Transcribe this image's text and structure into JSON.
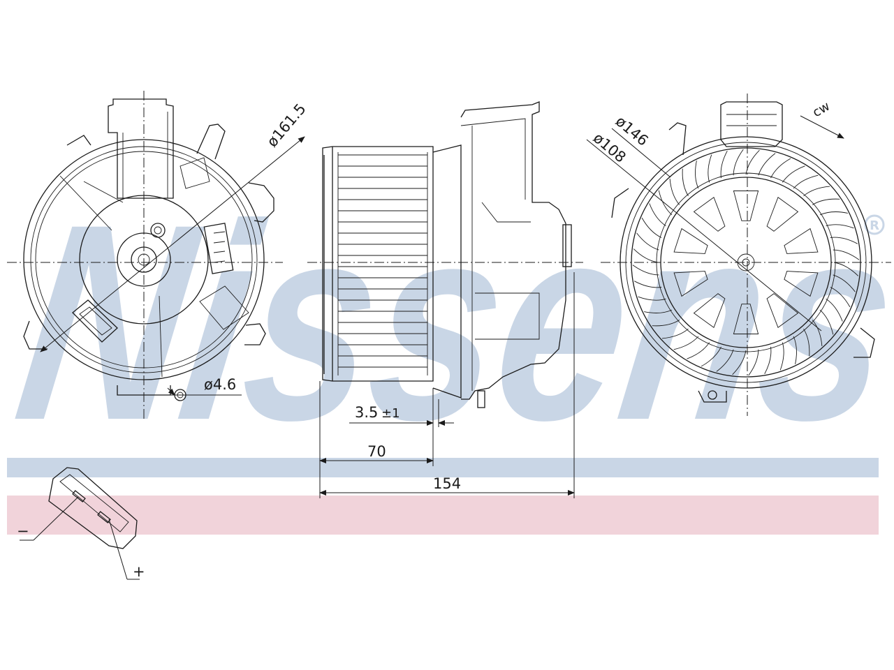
{
  "brand": {
    "watermark": "Nissens",
    "registered_mark": "®",
    "watermark_color": "#c9d6e6",
    "band_blue": "#c9d6e6",
    "band_pink": "#f1d3da"
  },
  "dimensions": {
    "outer_diameter": "ø161.5",
    "mount_hole": "ø4.6",
    "rotor_outer": "ø146",
    "rotor_inner": "ø108",
    "offset": "3.5",
    "offset_tol": "±1",
    "fan_width": "70",
    "total_width": "154",
    "rotation": "cw"
  },
  "connector": {
    "minus": "−",
    "plus": "+"
  }
}
